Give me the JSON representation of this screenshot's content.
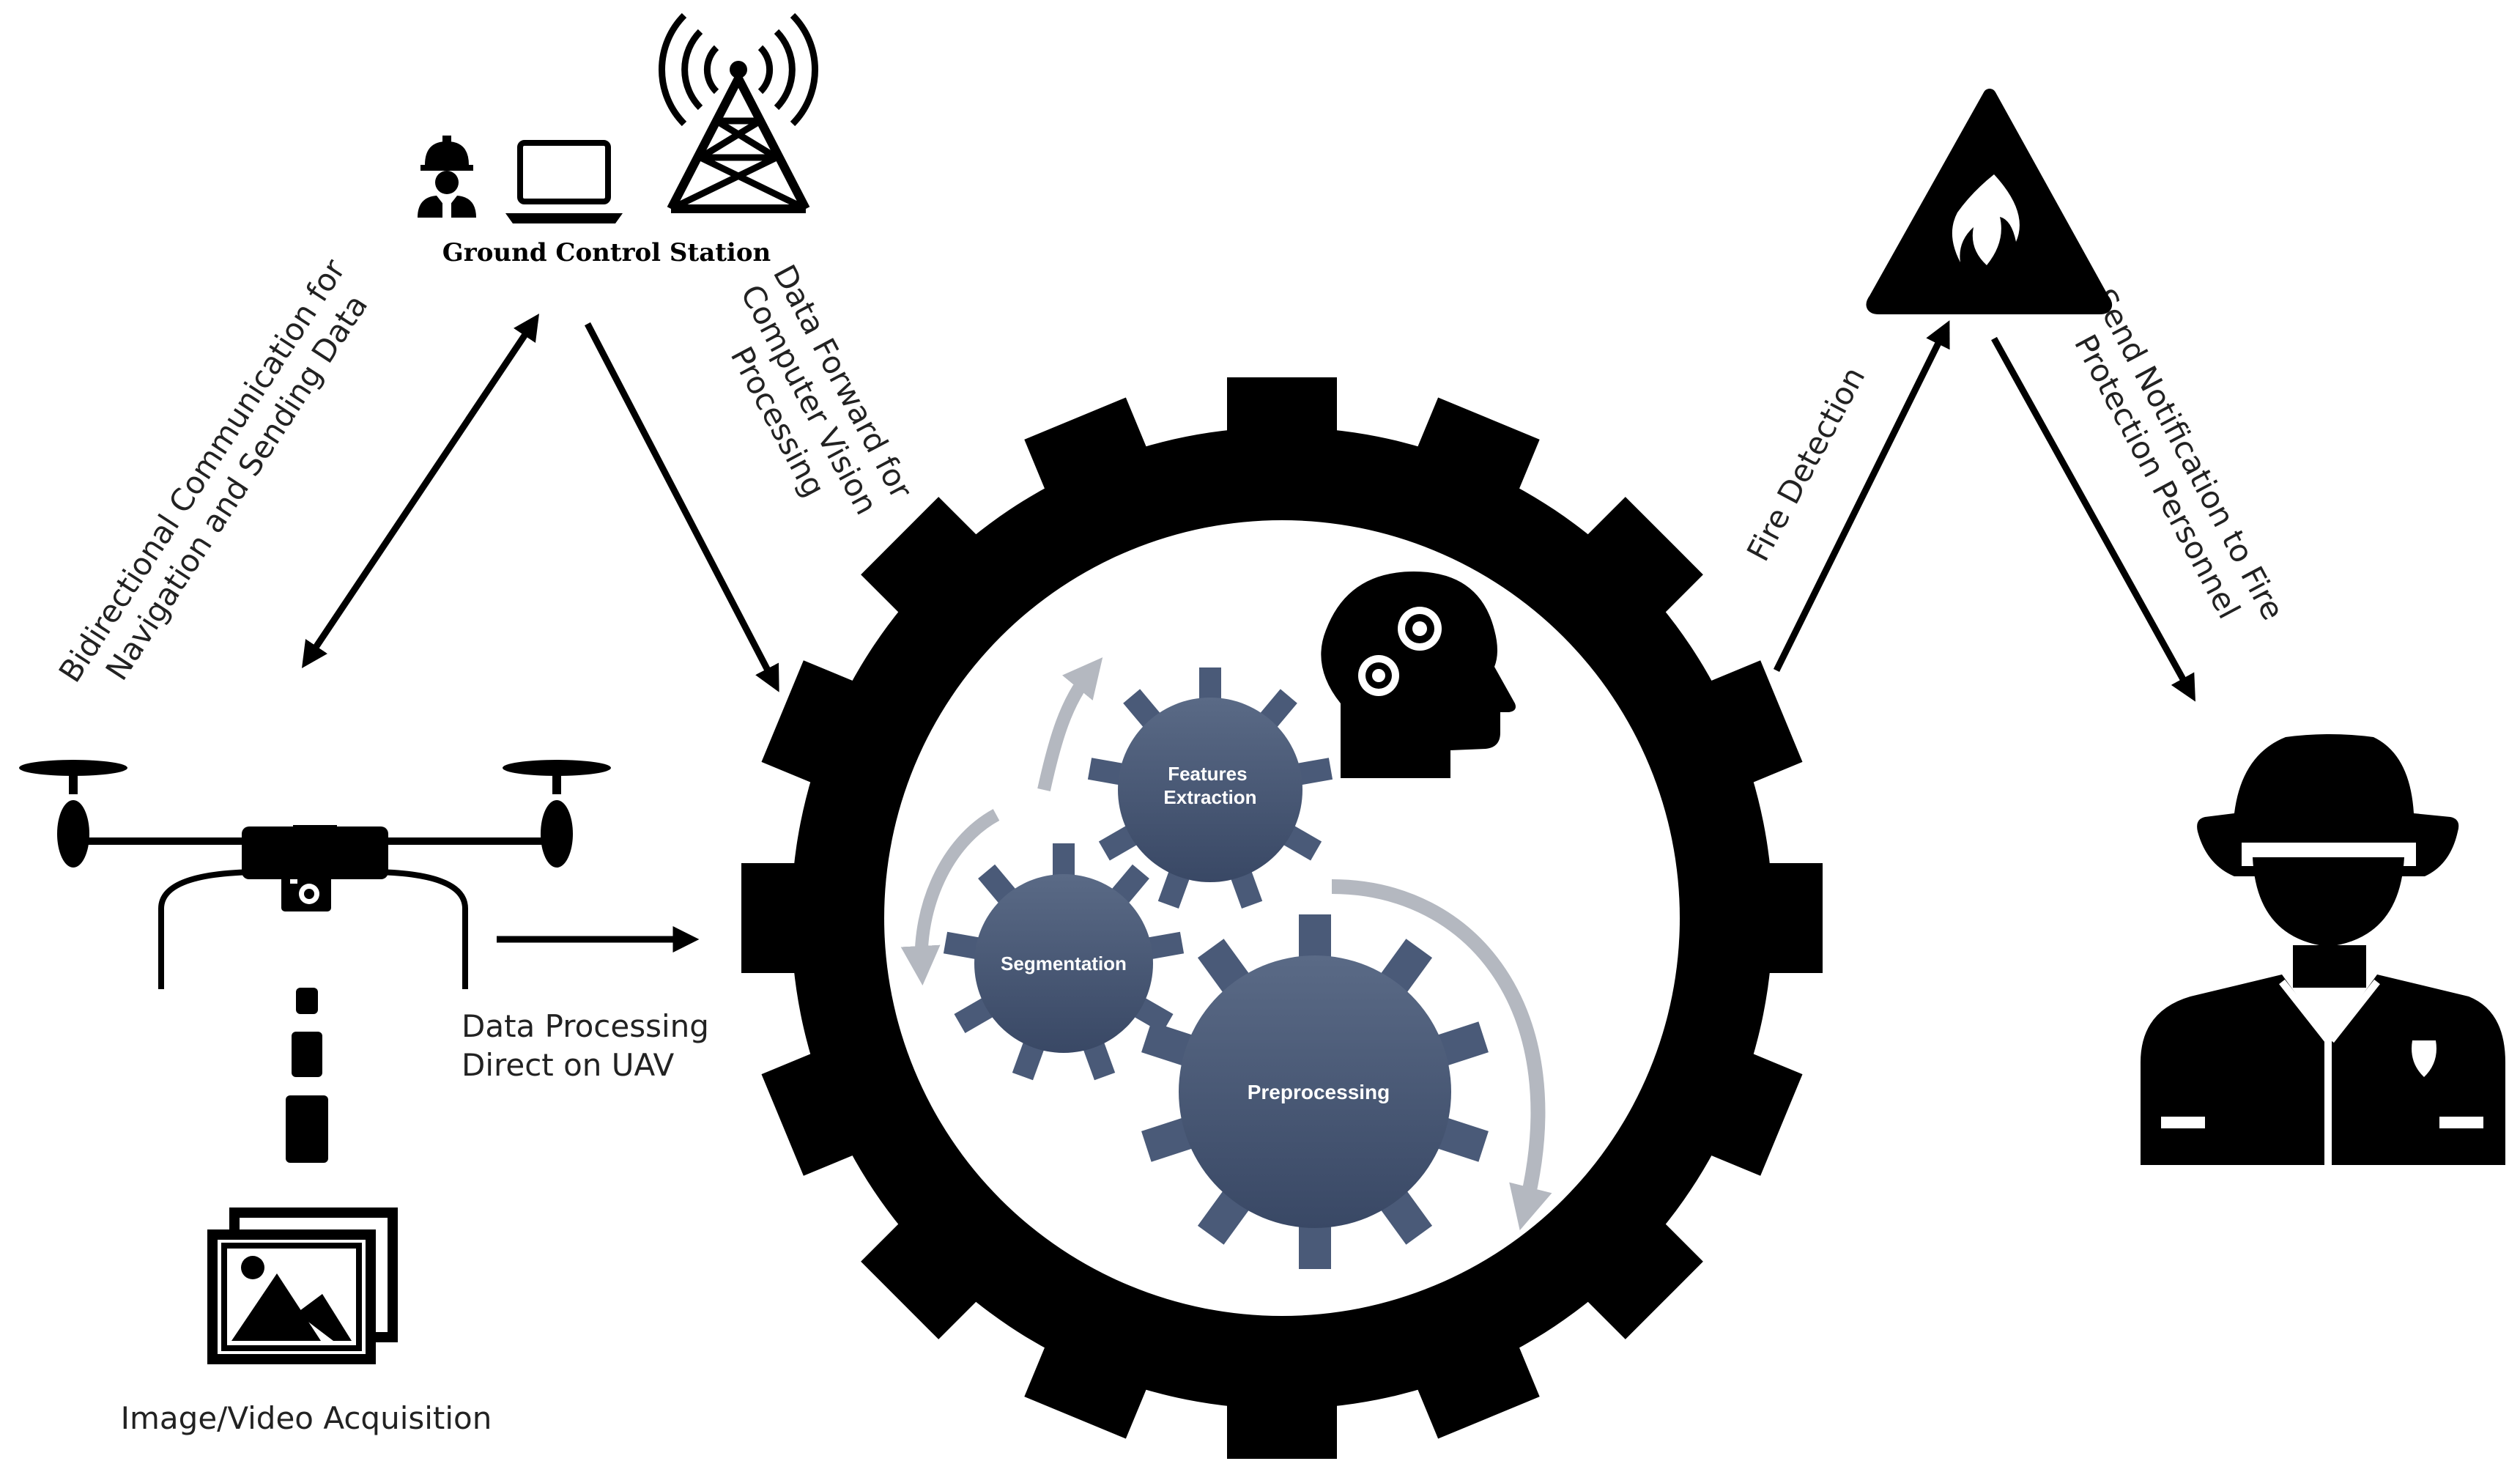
{
  "ground_control": {
    "title": "Ground Control Station"
  },
  "labels": {
    "bidirectional": [
      "Bidirectional Communication for",
      "Navigation and Sending Data"
    ],
    "data_forward": [
      "Data Forward for",
      "Computer Vision",
      "Processing"
    ],
    "data_processing": [
      "Data Processing",
      "Direct on UAV"
    ],
    "image_acquisition": "Image/Video Acquisition",
    "fire_detection": "Fire Detection",
    "send_notification": [
      "Send Notification to Fire",
      "Protection Personnel"
    ]
  },
  "gears": {
    "features": [
      "Features",
      "Extraction"
    ],
    "segmentation": "Segmentation",
    "preprocessing": "Preprocessing"
  },
  "colors": {
    "icon": "#000000",
    "gear_fill": "#4a5a78",
    "gear_fill_dark": "#3a4968",
    "cycle_arrow": "#b4b8c0",
    "text": "#222222"
  },
  "icons": [
    "worker-icon",
    "laptop-icon",
    "antenna-tower-icon",
    "fire-warning-icon",
    "firefighter-icon",
    "drone-icon",
    "camera-icon",
    "image-gallery-icon",
    "brain-gears-icon"
  ]
}
